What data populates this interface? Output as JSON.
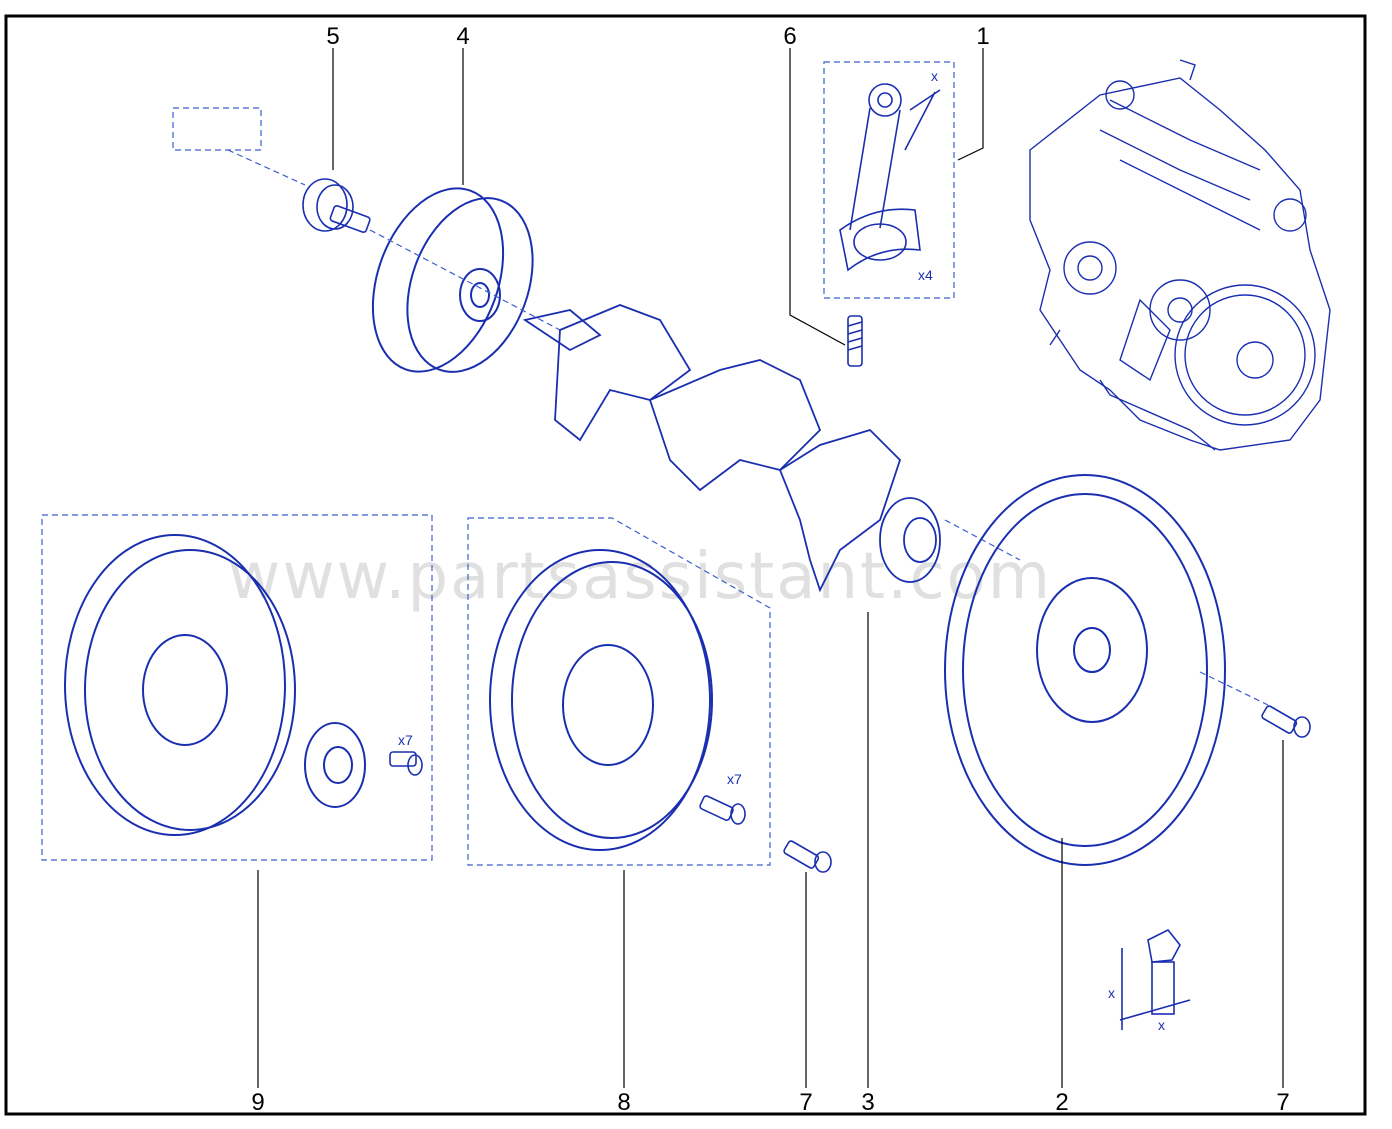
{
  "callouts": {
    "c1": "1",
    "c2": "2",
    "c3": "3",
    "c4": "4",
    "c5": "5",
    "c6": "6",
    "c7a": "7",
    "c7b": "7",
    "c8": "8",
    "c9": "9"
  },
  "quantities": {
    "rod": "x4",
    "bolts_9": "x7",
    "bolts_8": "x7",
    "rod_dim": "x",
    "bolt_dim_v": "x",
    "bolt_dim_h": "x"
  },
  "watermark": "www.partsassistant.com",
  "colors": {
    "line": "#1a2fb0",
    "dash": "#3a5fd0",
    "frame": "#000000"
  }
}
